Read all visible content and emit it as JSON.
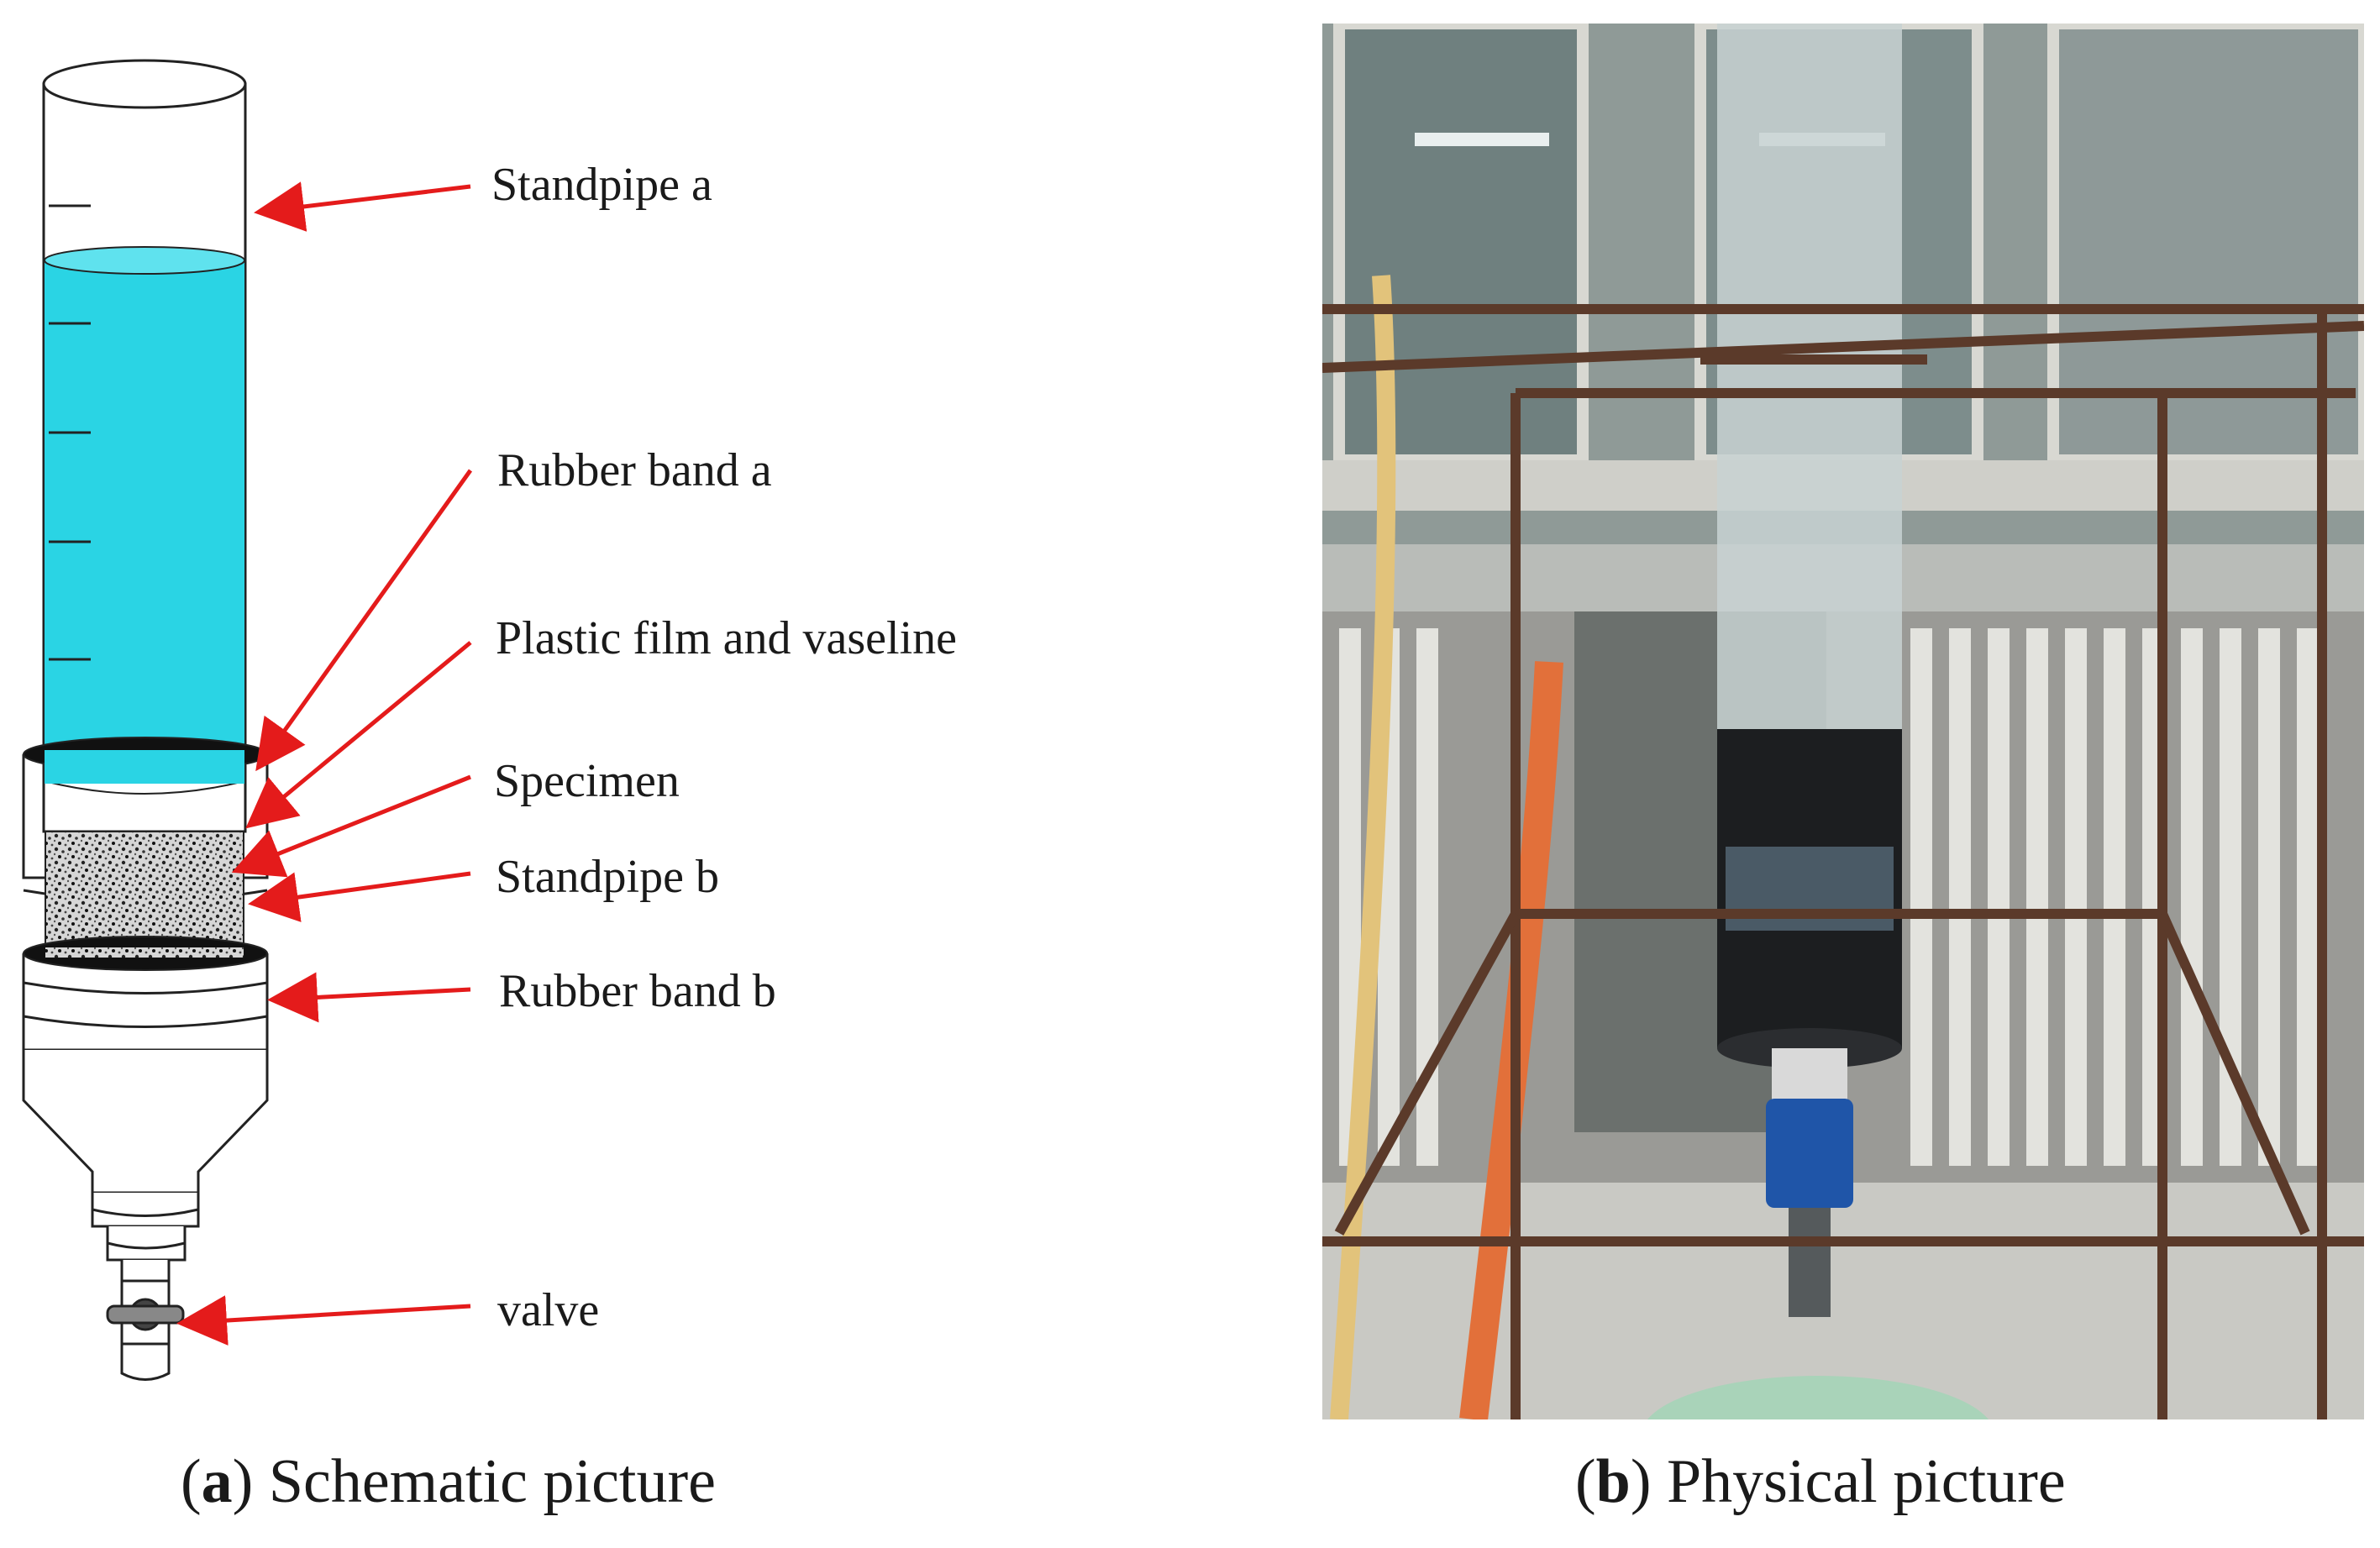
{
  "panel_a": {
    "labels": {
      "standpipe_a": "Standpipe a",
      "rubber_band_a": "Rubber band a",
      "plastic_film": "Plastic film and vaseline",
      "specimen": "Specimen",
      "standpipe_b": "Standpipe b",
      "rubber_band_b": "Rubber band b",
      "valve": "valve"
    },
    "caption_letter": "a",
    "caption_text": "Schematic picture"
  },
  "panel_b": {
    "caption_letter": "b",
    "caption_text": "Physical picture"
  },
  "colors": {
    "water": "#2ad4e4",
    "arrow": "#e41b1b",
    "outline": "#222222"
  }
}
